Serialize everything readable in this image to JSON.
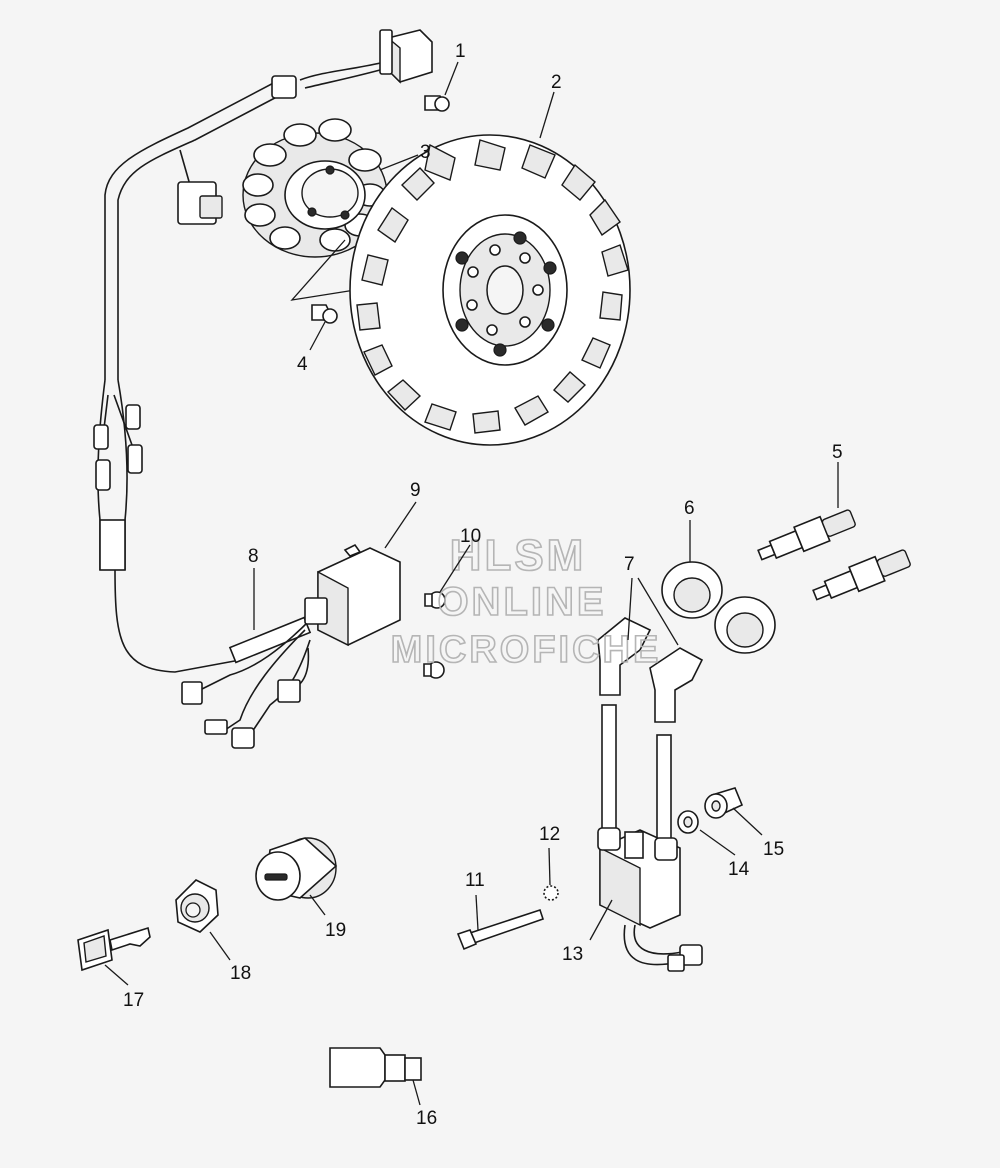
{
  "callouts": [
    "1",
    "2",
    "3",
    "4",
    "5",
    "6",
    "7",
    "8",
    "9",
    "10",
    "11",
    "12",
    "13",
    "14",
    "15",
    "16",
    "17",
    "18",
    "19"
  ],
  "watermark": {
    "line1": "HLSM",
    "line2": "ONLINE",
    "line3": "MICROFICHE"
  },
  "colors": {
    "background": "#f5f5f5",
    "line": "#1a1a1a",
    "watermark": "#b5b5b5"
  }
}
